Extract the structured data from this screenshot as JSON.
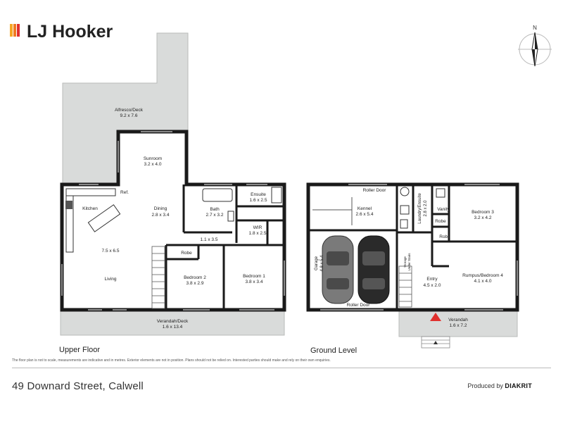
{
  "brand": {
    "name": "LJ Hooker",
    "accent_color": "#f5a623",
    "accent_color_2": "#e0302d"
  },
  "compass": {
    "label": "N"
  },
  "upper_floor": {
    "title": "Upper Floor",
    "rooms": {
      "alfresco": {
        "name": "Alfresco/Deck",
        "dims": "9.2 x 7.6"
      },
      "sunroom": {
        "name": "Sunroom",
        "dims": "3.2 x 4.0"
      },
      "kitchen": {
        "name": "Kitchen"
      },
      "ref": {
        "name": "Ref."
      },
      "dining": {
        "name": "Dining",
        "dims": "2.8 x 3.4"
      },
      "living_dims": {
        "dims": "7.5 x 6.5"
      },
      "living": {
        "name": "Living"
      },
      "bath": {
        "name": "Bath",
        "dims": "2.7 x 3.2"
      },
      "ensuite": {
        "name": "Ensuite",
        "dims": "1.6 x 2.5"
      },
      "wir": {
        "name": "WIR",
        "dims": "1.8 x 2.5"
      },
      "hall": {
        "dims": "1.1 x 3.5"
      },
      "robe": {
        "name": "Robe"
      },
      "bedroom2": {
        "name": "Bedroom 2",
        "dims": "3.8 x 2.9"
      },
      "bedroom1": {
        "name": "Bedroom 1",
        "dims": "3.8 x 3.4"
      },
      "verandah": {
        "name": "Verandah/Deck",
        "dims": "1.6 x 13.4"
      }
    }
  },
  "ground_level": {
    "title": "Ground Level",
    "rooms": {
      "roller_door_top": {
        "name": "Roller Door"
      },
      "kennel": {
        "name": "Kennel",
        "dims": "2.6 x 5.4"
      },
      "garage": {
        "name": "Garage",
        "dims": "4.8 x 5.4"
      },
      "roller_door_bottom": {
        "name": "Roller Door"
      },
      "laundry": {
        "name": "Laundry/Ensuite",
        "dims": "2.8 x 2.0"
      },
      "vanity": {
        "name": "Vanity"
      },
      "robe_a": {
        "name": "Robe"
      },
      "robe_b": {
        "name": "Robe"
      },
      "bedroom3": {
        "name": "Bedroom 3",
        "dims": "3.2 x 4.2"
      },
      "storage": {
        "name": "Storage",
        "sub": "Under Stairs"
      },
      "entry": {
        "name": "Entry",
        "dims": "4.5 x 2.0"
      },
      "rumpus": {
        "name": "Rumpus/Bedroom 4",
        "dims": "4.1 x 4.0"
      },
      "verandah": {
        "name": "Verandah",
        "dims": "1.6 x 7.2"
      }
    }
  },
  "disclaimer": "The floor plan is not to scale, measurements are indicative and in metres. Exterior elements are not in position. Plans should not be relied on. Interested parties should make and rely on their own enquiries.",
  "address": "49 Downard Street, Calwell",
  "produced_by": {
    "prefix": "Produced by",
    "company": "DIAKRIT"
  }
}
